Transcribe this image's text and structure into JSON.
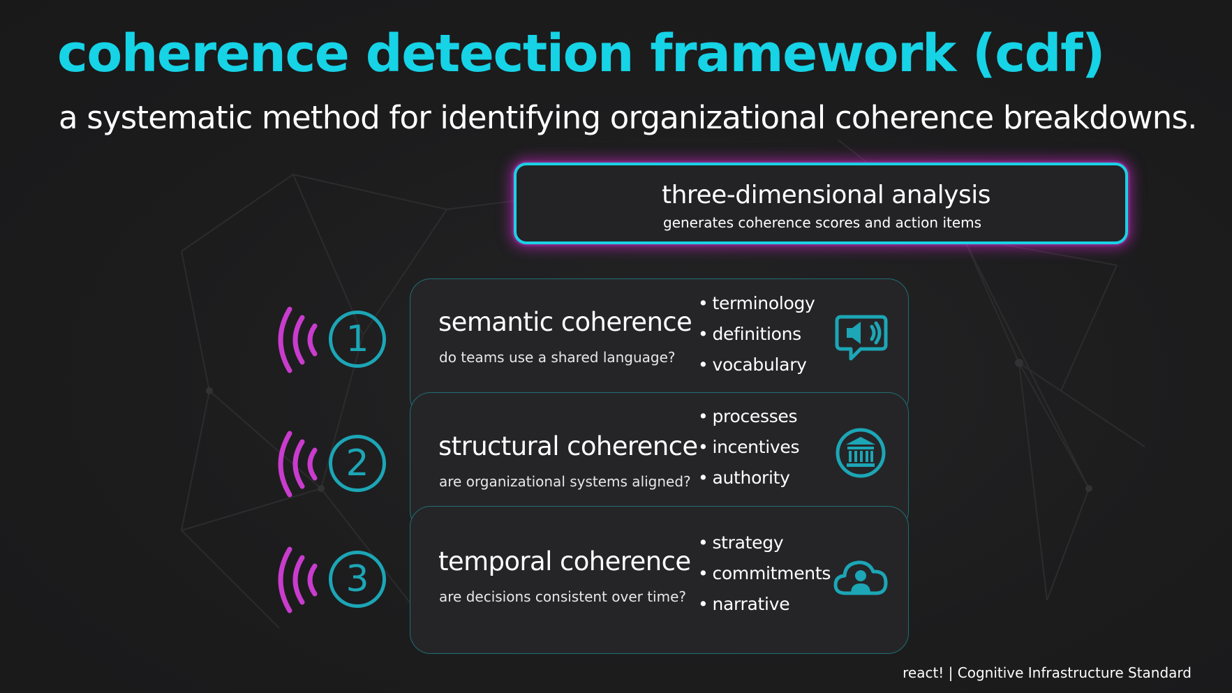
{
  "slide": {
    "title": "coherence detection framework (cdf)",
    "subtitle": "a systematic method for identifying organizational coherence breakdowns.",
    "accent_color": "#16d3e6",
    "glow_color": "#c828c8",
    "number_color": "#1ca6b6"
  },
  "summary": {
    "title": "three-dimensional analysis",
    "subtitle": "generates coherence scores and action items"
  },
  "dimensions": [
    {
      "number": "1",
      "title": "semantic coherence",
      "question": "do teams use a shared language?",
      "bullets": [
        "terminology",
        "definitions",
        "vocabulary"
      ],
      "icon": "speaker-speech-bubble-icon"
    },
    {
      "number": "2",
      "title": "structural coherence",
      "question": "are organizational systems aligned?",
      "bullets": [
        "processes",
        "incentives",
        "authority"
      ],
      "icon": "institution-building-icon"
    },
    {
      "number": "3",
      "title": "temporal coherence",
      "question": "are decisions consistent over time?",
      "bullets": [
        "strategy",
        "commitments",
        "narrative"
      ],
      "icon": "cloud-user-icon"
    }
  ],
  "bullet_glyph": "•",
  "footer": {
    "text": "react! | Cognitive Infrastructure Standard"
  }
}
